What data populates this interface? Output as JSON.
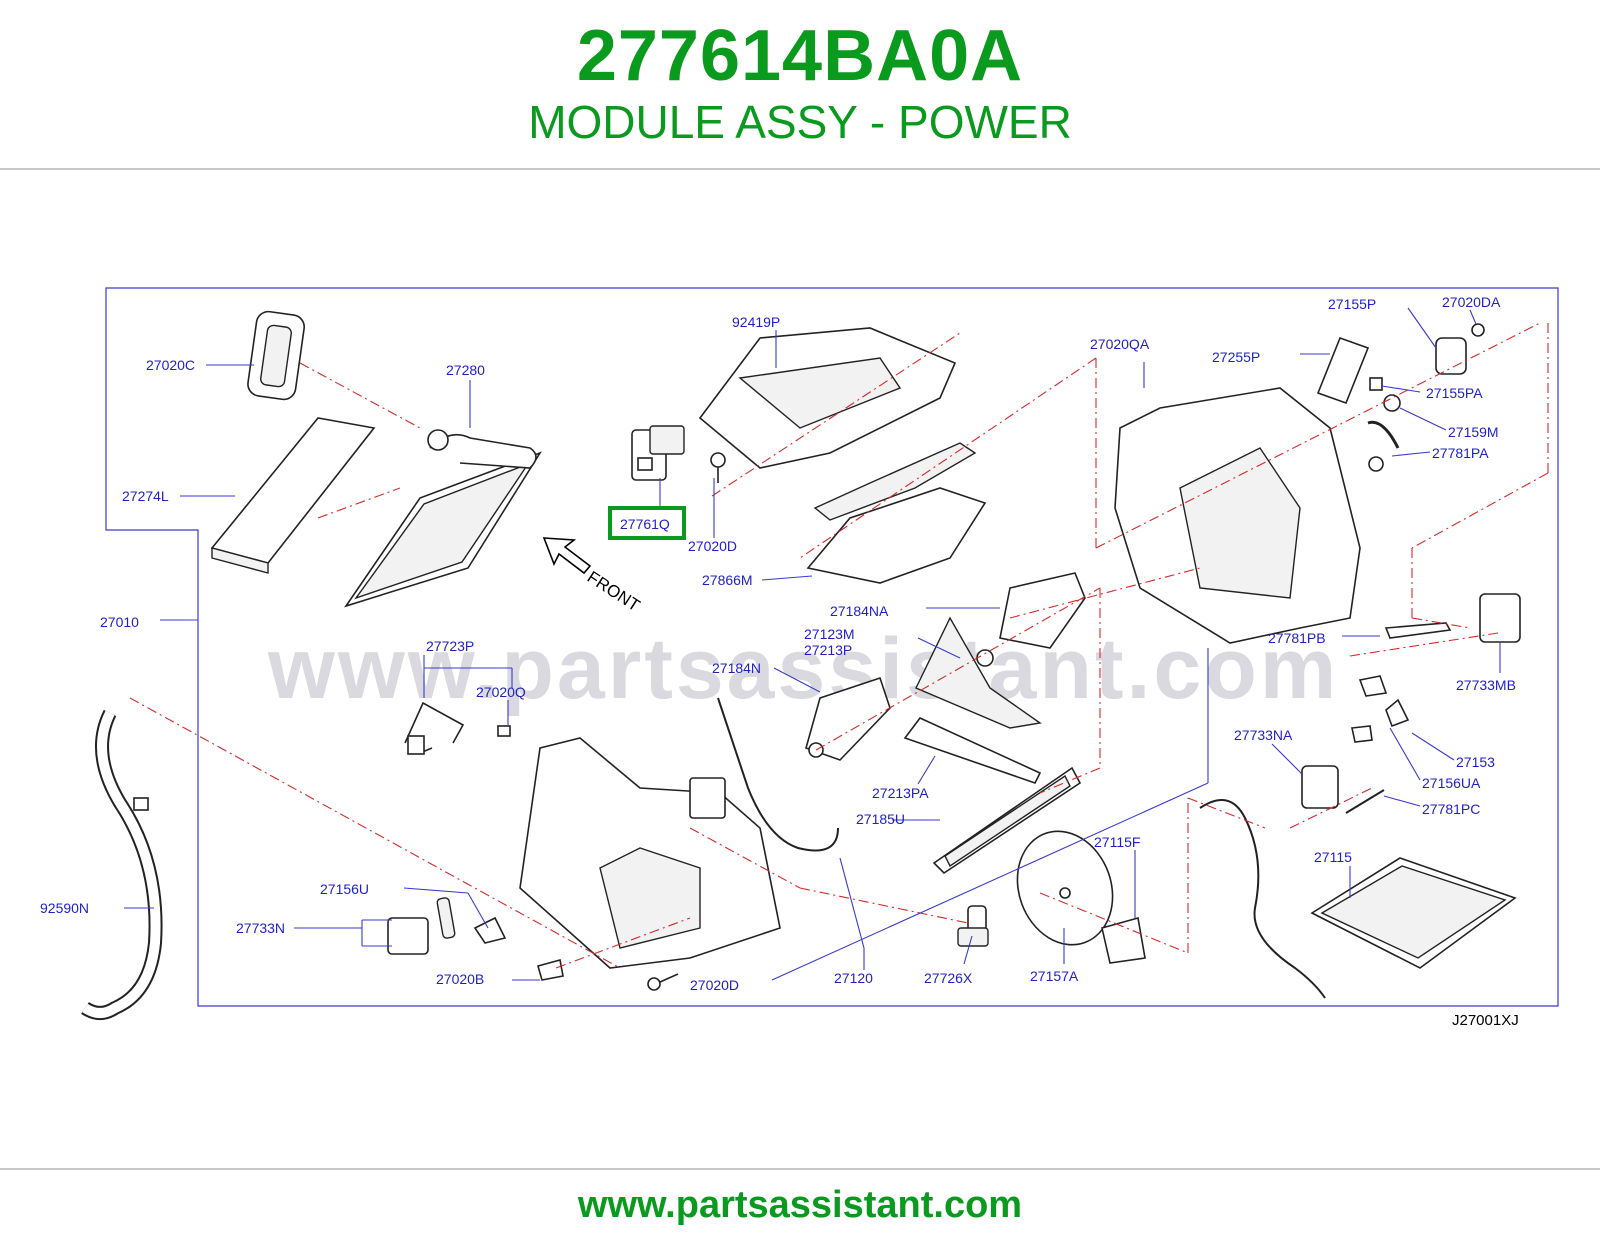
{
  "header": {
    "part_number": "277614BA0A",
    "part_name": "MODULE ASSY - POWER"
  },
  "diagram": {
    "highlight_color": "#0a9a1e",
    "label_color": "#1f1fc8",
    "highlighted_part": "27761Q",
    "front_label": "FRONT",
    "watermark": "www.partsassistant.com",
    "diagram_code": "J27001XJ",
    "labels": {
      "p27020C": "27020C",
      "p27280": "27280",
      "p27274L": "27274L",
      "p27010": "27010",
      "p92419P": "92419P",
      "p27761Q": "27761Q",
      "p27020D_top": "27020D",
      "p27866M": "27866M",
      "p27184NA": "27184NA",
      "p27123M": "27123M",
      "p27213P": "27213P",
      "p27184N": "27184N",
      "p27723P": "27723P",
      "p27020Q": "27020Q",
      "p27213PA": "27213PA",
      "p27185U": "27185U",
      "p92590N": "92590N",
      "p27156U": "27156U",
      "p27733N": "27733N",
      "p27020B": "27020B",
      "p27020D_bottom": "27020D",
      "p27120": "27120",
      "p27726X": "27726X",
      "p27157A": "27157A",
      "p27115F": "27115F",
      "p27115": "27115",
      "p27020QA": "27020QA",
      "p27255P": "27255P",
      "p27155P": "27155P",
      "p27020DA": "27020DA",
      "p27155PA": "27155PA",
      "p27159M": "27159M",
      "p27781PA": "27781PA",
      "p27781PB": "27781PB",
      "p27733MB": "27733MB",
      "p27733NA": "27733NA",
      "p27153": "27153",
      "p27156UA": "27156UA",
      "p27781PC": "27781PC"
    }
  },
  "footer": {
    "url": "www.partsassistant.com"
  }
}
